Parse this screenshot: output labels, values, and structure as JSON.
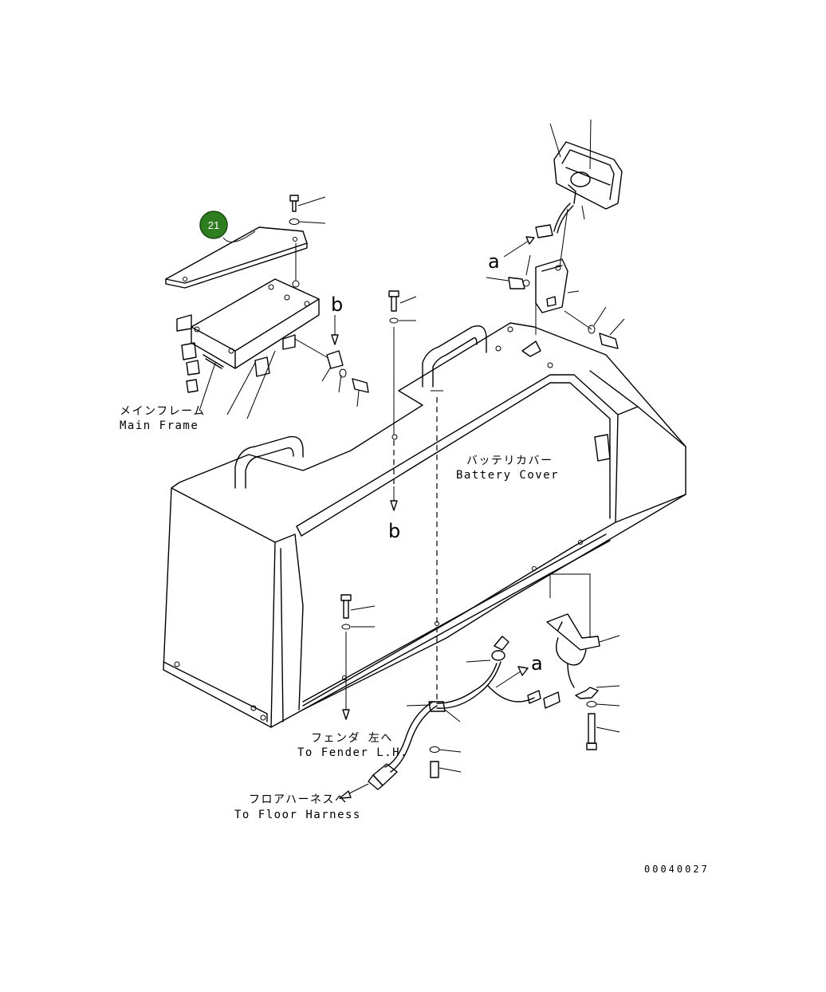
{
  "diagram": {
    "callout": {
      "number": "21",
      "color": "#2e7d1f"
    },
    "labels": {
      "main_frame_jp": "メインフレーム",
      "main_frame_en": "Main Frame",
      "battery_cover_jp": "バッテリカバー",
      "battery_cover_en": "Battery Cover",
      "fender_jp": "フェンダ 左へ",
      "fender_en": "To Fender L.H.",
      "floor_harness_jp": "フロアハーネスへ",
      "floor_harness_en": "To Floor Harness"
    },
    "reference_letters": {
      "a_top": "a",
      "a_bottom": "a",
      "b_top": "b",
      "b_bottom": "b"
    },
    "drawing_code": "00040027"
  }
}
